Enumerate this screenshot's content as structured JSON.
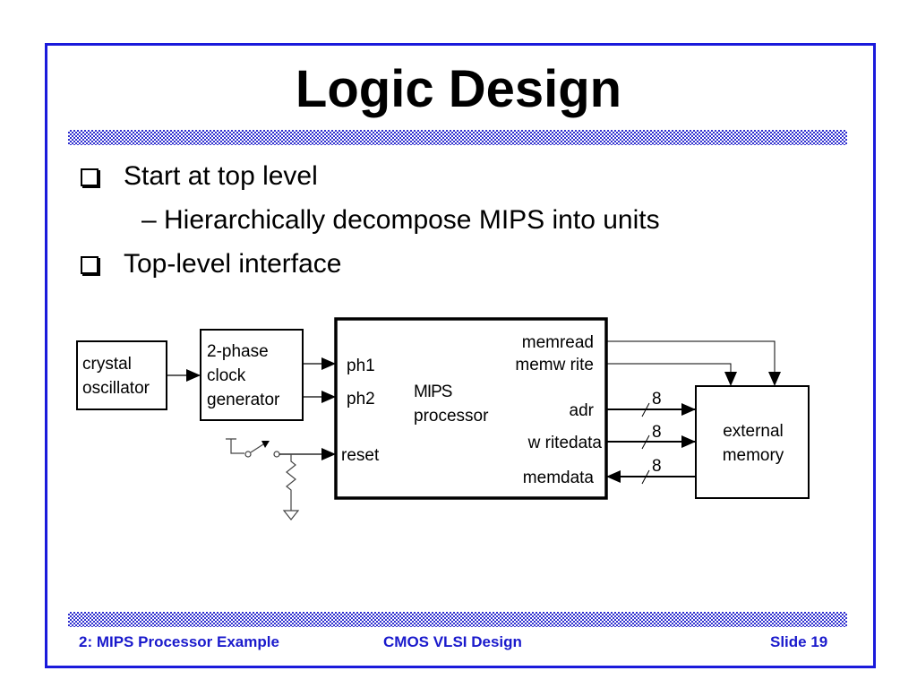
{
  "slide": {
    "title": "Logic Design",
    "bullets": [
      {
        "text": "Start at top level",
        "sub": "– Hierarchically decompose MIPS into units"
      },
      {
        "text": "Top-level interface"
      }
    ]
  },
  "diagram": {
    "crystal": [
      "crystal",
      "oscillator"
    ],
    "clockgen": [
      "2-phase",
      "clock",
      "generator"
    ],
    "mips": {
      "name": [
        "MIPS",
        "processor"
      ],
      "inputs": [
        "ph1",
        "ph2",
        "reset"
      ],
      "outputs": [
        "memread",
        "memw rite",
        "adr",
        "w ritedata",
        "memdata"
      ]
    },
    "memory": [
      "external",
      "memory"
    ],
    "bus_width": [
      "8",
      "8",
      "8"
    ]
  },
  "footer": {
    "left": "2: MIPS Processor Example",
    "center": "CMOS VLSI Design",
    "right": "Slide 19"
  },
  "colors": {
    "accent": "#1a1adb"
  }
}
